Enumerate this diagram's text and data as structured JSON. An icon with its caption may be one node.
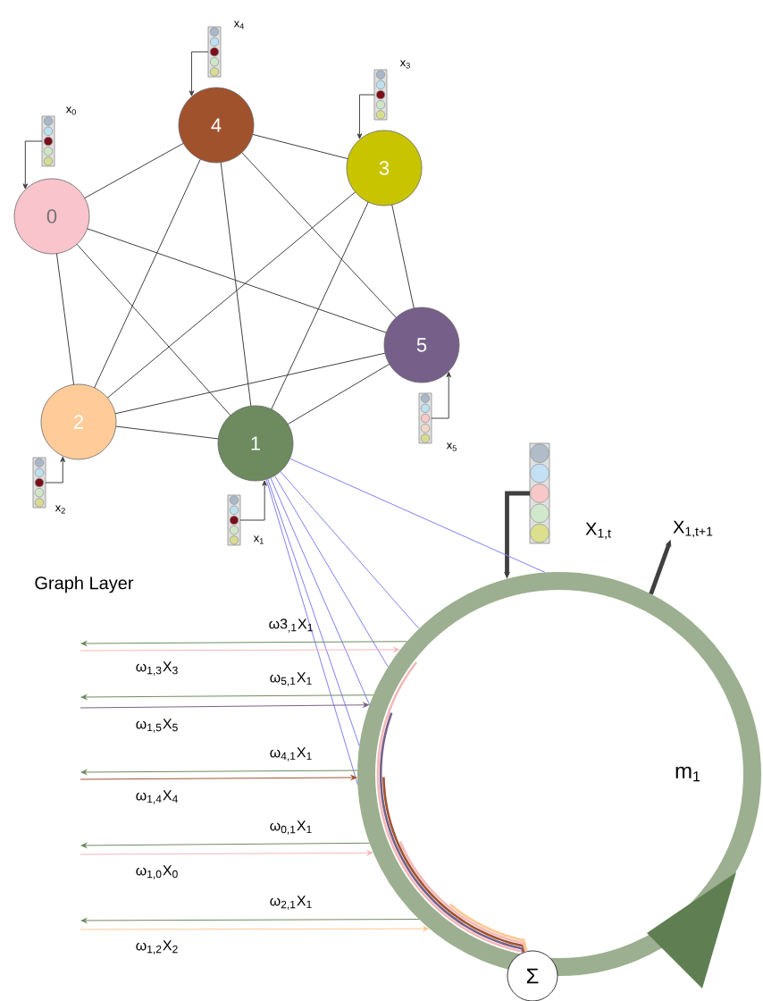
{
  "diagram": {
    "nodes": [
      {
        "text": [
          "4"
        ]
      },
      {
        "text": [
          "3"
        ]
      },
      {
        "text": [
          "0"
        ]
      },
      {
        "text": [
          "5"
        ]
      },
      {
        "text": [
          "2"
        ]
      },
      {
        "text": [
          "1"
        ]
      },
      {
        "text": [],
        "shape": "bar",
        "beside": [
          "x$_{4}$"
        ]
      },
      {
        "text": [],
        "shape": "bar",
        "beside": [
          "x$_{3}$"
        ]
      },
      {
        "text": [],
        "shape": "bar",
        "beside": [
          "x$_{0}$"
        ]
      },
      {
        "text": [],
        "shape": "bar",
        "beside": [
          "x$_{5}$"
        ]
      },
      {
        "text": [],
        "shape": "bar",
        "beside": [
          "x$_{2}$"
        ]
      },
      {
        "text": [],
        "shape": "bar",
        "beside": [
          "x$_{1}$"
        ]
      },
      {
        "text": [],
        "shape": "bar",
        "beside": [
          "X$_{1,t}$"
        ]
      },
      {
        "text": [
          "m$_{1}$"
        ]
      },
      {
        "text": [
          "Σ"
        ]
      },
      {
        "text": [
          "X$_{1,t+1}$"
        ]
      }
    ],
    "edges": [
      {
        "from": 2,
        "to": 0,
        "arrow": "none"
      },
      {
        "from": 2,
        "to": 3,
        "arrow": "none"
      },
      {
        "from": 2,
        "to": 5,
        "arrow": "none"
      },
      {
        "from": 2,
        "to": 4,
        "arrow": "none"
      },
      {
        "from": 0,
        "to": 1,
        "arrow": "none"
      },
      {
        "from": 0,
        "to": 4,
        "arrow": "none"
      },
      {
        "from": 0,
        "to": 5,
        "arrow": "none"
      },
      {
        "from": 0,
        "to": 3,
        "arrow": "none"
      },
      {
        "from": 1,
        "to": 4,
        "arrow": "none"
      },
      {
        "from": 1,
        "to": 5,
        "arrow": "none"
      },
      {
        "from": 1,
        "to": 3,
        "arrow": "none"
      },
      {
        "from": 3,
        "to": 4,
        "arrow": "none"
      },
      {
        "from": 3,
        "to": 5,
        "arrow": "none"
      },
      {
        "from": 4,
        "to": 5,
        "arrow": "none"
      },
      {
        "from": 6,
        "to": 0,
        "arrow": "to"
      },
      {
        "from": 7,
        "to": 1,
        "arrow": "to"
      },
      {
        "from": 8,
        "to": 2,
        "arrow": "to"
      },
      {
        "from": 9,
        "to": 3,
        "arrow": "to"
      },
      {
        "from": 10,
        "to": 4,
        "arrow": "to"
      },
      {
        "from": 11,
        "to": 5,
        "arrow": "to"
      },
      {
        "from": 12,
        "to": 13,
        "arrow": "to",
        "style": "thick"
      },
      {
        "from": 13,
        "to": 15,
        "arrow": "to",
        "style": "thick"
      },
      {
        "from": 5,
        "to": 13,
        "arrow": "none",
        "color": "#8080f0"
      },
      {
        "from": 5,
        "to": 13,
        "arrow": "none",
        "color": "#8080f0"
      },
      {
        "from": 5,
        "to": 13,
        "arrow": "none",
        "color": "#8080f0"
      },
      {
        "from": 5,
        "to": 13,
        "arrow": "none",
        "color": "#8080f0"
      },
      {
        "from": 5,
        "to": 13,
        "arrow": "none",
        "color": "#8080f0"
      },
      {
        "from": 5,
        "to": 13,
        "arrow": "none",
        "color": "#8080f0"
      },
      {
        "from": 13,
        "to": null,
        "arrow": "to",
        "label": "ω3$_{,1}$X$_{1}$",
        "color": "#6d8b5e"
      },
      {
        "from": null,
        "to": 13,
        "arrow": "to",
        "label": "ω$_{1,3}$X$_{3}$",
        "color": "#f4b8b8"
      },
      {
        "from": 13,
        "to": null,
        "arrow": "to",
        "label": "ω$_{5,1}$X$_{1}$",
        "color": "#6d8b5e"
      },
      {
        "from": null,
        "to": 13,
        "arrow": "to",
        "label": "ω$_{1,5}$X$_{5}$",
        "color": "#76608a"
      },
      {
        "from": 13,
        "to": null,
        "arrow": "to",
        "label": "ω$_{4,1}$X$_{1}$",
        "color": "#6d8b5e"
      },
      {
        "from": null,
        "to": 13,
        "arrow": "to",
        "label": "ω$_{1,4}$X$_{4}$",
        "color": "#a0522d"
      },
      {
        "from": 13,
        "to": null,
        "arrow": "to",
        "label": "ω$_{0,1}$X$_{1}$",
        "color": "#6d8b5e"
      },
      {
        "from": null,
        "to": 13,
        "arrow": "to",
        "label": "ω$_{1,0}$X$_{0}$",
        "color": "#f4b8b8"
      },
      {
        "from": 13,
        "to": null,
        "arrow": "to",
        "label": "ω$_{2,1}$X$_{1}$",
        "color": "#6d8b5e"
      },
      {
        "from": null,
        "to": 13,
        "arrow": "to",
        "label": "ω$_{1,2}$X$_{2}$",
        "color": "#ffc890"
      },
      {
        "from": 13,
        "to": 14,
        "arrow": "none",
        "color": "#f4b8b8"
      },
      {
        "from": 13,
        "to": 14,
        "arrow": "none",
        "color": "#76608a"
      },
      {
        "from": 13,
        "to": 14,
        "arrow": "none",
        "color": "#a0522d"
      },
      {
        "from": 13,
        "to": 14,
        "arrow": "none",
        "color": "#f4b8b8"
      },
      {
        "from": 13,
        "to": 14,
        "arrow": "none",
        "color": "#ffc890"
      }
    ],
    "labels": [
      "Graph Layer"
    ]
  }
}
